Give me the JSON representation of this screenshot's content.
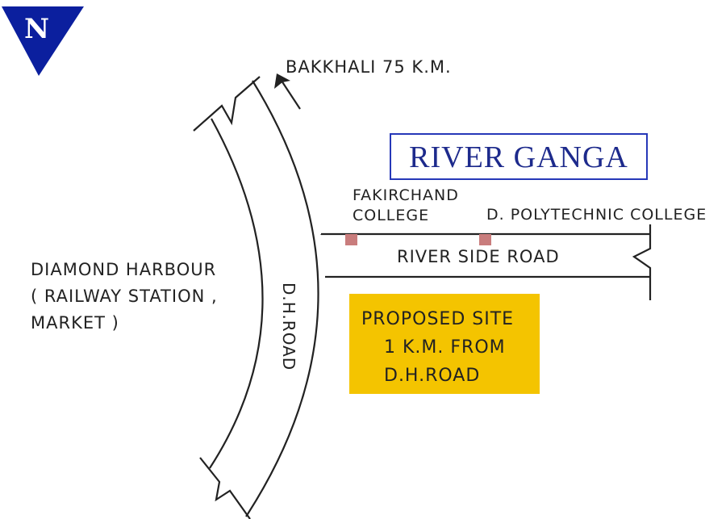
{
  "north": {
    "label": "N",
    "color": "#0b1f9e"
  },
  "direction": {
    "label": "BAKKHALI 75 K.M."
  },
  "river": {
    "label": "RIVER GANGA",
    "color": "#1d2a8c"
  },
  "landmarks": {
    "fakirchand": [
      "FAKIRCHAND",
      "COLLEGE"
    ],
    "polytechnic": "D. POLYTECHNIC COLLEGE",
    "diamond_harbour": [
      "DIAMOND HARBOUR",
      "( RAILWAY STATION ,",
      "MARKET )"
    ]
  },
  "roads": {
    "dh_road": "D.H.ROAD",
    "river_side": "RIVER SIDE ROAD"
  },
  "site": {
    "lines": [
      "PROPOSED SITE",
      "1 K.M. FROM",
      "D.H.ROAD"
    ],
    "color": "#f4c400"
  }
}
